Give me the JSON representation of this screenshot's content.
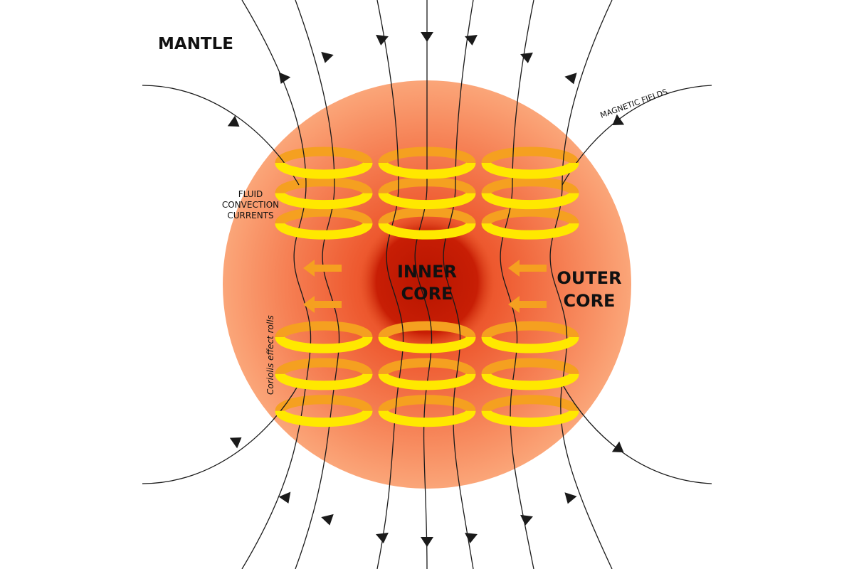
{
  "labels": {
    "mantle": "MANTLE",
    "magnetic_fields": "MAGNETIC FIELDS",
    "fluid_line1": "FLUID",
    "fluid_line2": "CONVECTION",
    "fluid_line3": "CURRENTS",
    "inner_line1": "INNER",
    "inner_line2": "CORE",
    "outer_line1": "OUTER",
    "outer_line2": "CORE",
    "coriolis": "Coriolis effect rolls"
  },
  "colors": {
    "outer_core_edge": "#fba77a",
    "outer_core_mid": "#f47a4a",
    "inner_core": "#c41a00",
    "spiral_front": "#ffe800",
    "spiral_back": "#f5a020",
    "field_line": "#1a1a1a"
  }
}
